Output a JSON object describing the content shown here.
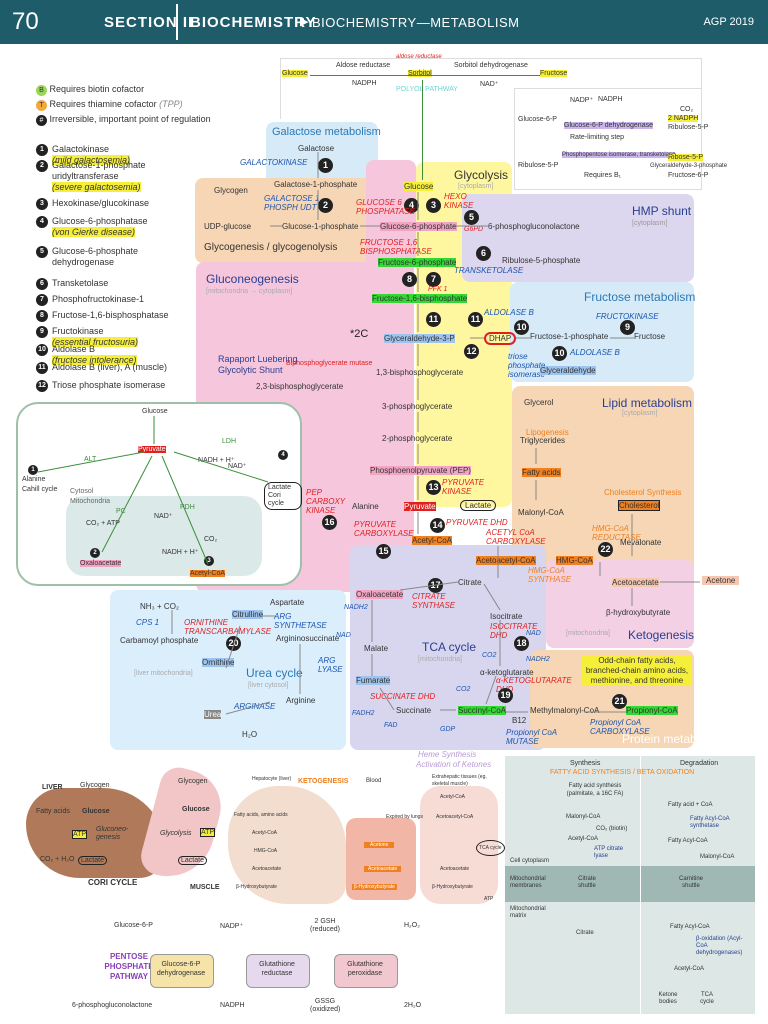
{
  "header": {
    "page": "70",
    "section": "SECTION II",
    "subject": "BIOCHEMISTRY",
    "topic": "BIOCHEMISTRY—METABOLISM",
    "edition": "AGP 2019"
  },
  "legend": {
    "biotin": {
      "letter": "B",
      "text": "Requires biotin cofactor"
    },
    "thiamine": {
      "letter": "T",
      "text": "Requires thiamine cofactor",
      "tag": "(TPP)"
    },
    "irrev": {
      "letter": "#",
      "text": "Irreversible, important point of regulation"
    },
    "enzymes": [
      {
        "n": "1",
        "name": "Galactokinase",
        "note": "(mild galactosemia)"
      },
      {
        "n": "2",
        "name": "Galactose-1-phosphate uridyltransferase",
        "note": "(severe galactosemia)"
      },
      {
        "n": "3",
        "name": "Hexokinase/glucokinase",
        "note": ""
      },
      {
        "n": "4",
        "name": "Glucose-6-phosphatase",
        "note": "(von Gierke disease)"
      },
      {
        "n": "5",
        "name": "Glucose-6-phosphate dehydrogenase",
        "note": ""
      },
      {
        "n": "6",
        "name": "Transketolase",
        "note": ""
      },
      {
        "n": "7",
        "name": "Phosphofructokinase-1",
        "note": ""
      },
      {
        "n": "8",
        "name": "Fructose-1,6-bisphosphatase",
        "note": ""
      },
      {
        "n": "9",
        "name": "Fructokinase",
        "note": "(essential fructosuria)"
      },
      {
        "n": "10",
        "name": "Aldolase B",
        "note": "(fructose intolerance)"
      },
      {
        "n": "11",
        "name": "Aldolase B (liver), A (muscle)",
        "note": ""
      },
      {
        "n": "12",
        "name": "Triose phosphate isomerase",
        "note": ""
      }
    ]
  },
  "polyol": {
    "glucose": "Glucose",
    "aldose": "Aldose reductase",
    "nadph": "NADPH",
    "sorbitol": "Sorbitol",
    "sdh": "Sorbitol dehydrogenase",
    "nad": "NAD⁺",
    "fructose": "Fructose",
    "label": "POLYOL PATHWAY",
    "scribble": "aldose reductase"
  },
  "hmp_inset": {
    "nadp": "NADP⁺",
    "nadph": "NADPH",
    "g6p": "Glucose-6-P",
    "enzyme": "Glucose-6-P dehydrogenase",
    "rate": "Rate-limiting step",
    "co2": "CO₂",
    "nadph2": "2 NADPH",
    "ru5p": "Ribulose-5-P",
    "enzyme2": "Phosphopentose isomerase, transketolase",
    "ru5p2": "Ribulose-5-P",
    "b1": "Requires B₁",
    "r5p": "Ribose-5-P",
    "g3p": "Glyceraldehyde-3-phosphate",
    "f6p": "Fructose-6-P"
  },
  "galactose": {
    "title": "Galactose metabolism",
    "galactose": "Galactose",
    "gk": "GALACTOKINASE",
    "g1p": "Galactose-1-phosphate",
    "gal_enz": "GALACTOSE 1 PHOSPH UDT"
  },
  "glycogen": {
    "title": "Glycogenesis / glycogenolysis",
    "glycogen": "Glycogen",
    "udpg": "UDP-glucose",
    "g1p": "Glucose-1-phosphate"
  },
  "glycolysis": {
    "title": "Glycolysis",
    "sub": "[cytoplasm]",
    "glucose": "Glucose",
    "g6p": "Glucose-6-phosphate",
    "f6p": "Fructose-6-phosphate",
    "f16bp": "Fructose-1,6-bisphosphate",
    "g3p": "Glyceraldehyde-3-P",
    "dhap": "DHAP",
    "bpg13": "1,3-bisphosphoglycerate",
    "pg3": "3-phosphoglycerate",
    "pg2": "2-phosphoglycerate",
    "pep": "Phosphoenolpyruvate (PEP)",
    "pyruvate": "Pyruvate",
    "lactate": "Lactate",
    "alanine": "Alanine",
    "acetylcoa": "Acetyl-CoA"
  },
  "enzymes_red": {
    "g6pase": "GLUCOSE 6 PHOSPHATASE",
    "hexo": "HEXO KINASE",
    "g6pd": "G6PD",
    "fbpase": "FRUCTOSE 1,6 BISPHOSPHATASE",
    "pfk": "PFK 1",
    "pk": "PYRUVATE KINASE",
    "pepck": "PEP CARBOXY KINASE",
    "pc": "PYRUVATE CARBOXYLASE",
    "pdh": "PYRUVATE DHD",
    "acc": "ACETYL CoA CARBOXYLASE",
    "cs": "CITRATE SYNTHASE",
    "idh": "ISOCITRATE DHD",
    "akg": "α-KETOGLUTARATE DHD",
    "sdh": "SUCCINATE DHD",
    "hmgred": "HMG-CoA REDUCTASE",
    "hmgsyn": "HMG-CoA SYNTHASE",
    "ornt": "ORNITHINE TRANSCARBAMYLASE",
    "bpg_mut": "Biphosphoglycerate mutase"
  },
  "enzymes_blue": {
    "transket": "TRANSKETOLASE",
    "aldob": "ALDOLASE B",
    "fk": "FRUCTOKINASE",
    "aldob2": "ALDOLASE B",
    "tpi": "triose phosphate isomerase",
    "cps": "CPS 1",
    "argsyn": "ARG SYNTHETASE",
    "arglyase": "ARG LYASE",
    "arginase": "ARGINASE",
    "pcc": "Propionyl CoA CARBOXYLASE",
    "mcm": "Propionyl CoA MUTASE"
  },
  "hmp": {
    "title": "HMP shunt",
    "sub": "[cytoplasm]",
    "pgl": "6-phosphogluconolactone",
    "ru5p": "Ribulose-5-phosphate"
  },
  "gluconeo": {
    "title": "Gluconeogenesis",
    "sub": "[mitochondria → cytoplasm]",
    "note": "*2C",
    "shunt": "Rapaport Luebering Glycolytic Shunt",
    "bpg23": "2,3-bisphosphoglycerate"
  },
  "fructose": {
    "title": "Fructose metabolism",
    "f1p": "Fructose-1-phosphate",
    "fructose": "Fructose",
    "glyceraldehyde": "Glyceraldehyde"
  },
  "lipid": {
    "title": "Lipid metabolism",
    "sub": "[cytoplasm]",
    "glycerol": "Glycerol",
    "lipogenesis": "Lipogenesis",
    "tg": "Triglycerides",
    "fa": "Fatty acids",
    "malonyl": "Malonyl-CoA",
    "chol_syn": "Cholesterol Synthesis",
    "chol": "Cholesterol",
    "mevalonate": "Mevalonate",
    "hmgcoa": "HMG-CoA",
    "acetoacetylcoa": "Acetoacetyl-CoA"
  },
  "ketogenesis": {
    "title": "Ketogenesis",
    "sub": "[mitochondria]",
    "acetoacetate": "Acetoacetate",
    "acetone": "Acetone",
    "bhb": "β-hydroxybutyrate"
  },
  "tca": {
    "title": "TCA cycle",
    "sub": "[mitochondria]",
    "citrate": "Citrate",
    "isocitrate": "Isocitrate",
    "akg": "α-ketoglutarate",
    "succinyl": "Succinyl-CoA",
    "succinate": "Succinate",
    "fumarate": "Fumarate",
    "malate": "Malate",
    "oaa": "Oxaloacetate",
    "nadh2": "NADH2",
    "nad": "NAD",
    "co2": "CO2",
    "fadh2": "FADH2",
    "fad": "FAD",
    "gdp": "GDP",
    "heme": "Heme Synthesis",
    "ketones": "Activation of Ketones"
  },
  "urea": {
    "title": "Urea cycle",
    "sub1": "[liver mitochondria]",
    "sub2": "[liver cytosol]",
    "nh3": "NH₃ + CO₂",
    "cp": "Carbamoyl phosphate",
    "citrulline": "Citrulline",
    "aspartate": "Aspartate",
    "argsucc": "Argininosuccinate",
    "ornithine": "Ornithine",
    "arginine": "Arginine",
    "urea": "Urea",
    "h2o": "H₂O"
  },
  "protein": {
    "title": "Protein metabolism",
    "odd": "Odd-chain fatty acids, branched-chain amino acids, methionine, and threonine",
    "propionyl": "Propionyl-CoA",
    "methylmalonyl": "Methylmalonyl-CoA",
    "b12": "B12"
  },
  "alt_inset": {
    "glucose": "Glucose",
    "pyruvate": "Pyruvate",
    "alt": "ALT",
    "alanine": "Alanine",
    "cahill": "Cahill cycle",
    "ldh": "LDH",
    "nadh": "NADH + H⁺",
    "nad": "NAD⁺",
    "lactate": "Lactate Cori cycle",
    "cytosol": "Cytosol",
    "mito": "Mitochondria",
    "co2atp": "CO₂ + ATP",
    "pc": "PC",
    "pdh": "PDH",
    "co2": "CO₂",
    "oaa": "Oxaloacetate",
    "acetyl": "Acetyl-CoA",
    "nadh2": "NADH + H⁺"
  },
  "cori": {
    "liver": "LIVER",
    "glycogen": "Glycogen",
    "fa": "Fatty acids",
    "glucose": "Glucose",
    "atp": "ATP",
    "gng": "Gluconeo-genesis",
    "co2h2o": "CO₂ + H₂O",
    "lactate": "Lactate",
    "title": "CORI CYCLE",
    "m_glycogen": "Glycogen",
    "m_glucose": "Glucose",
    "glycolysis": "Glycolysis",
    "m_lactate": "Lactate",
    "muscle": "MUSCLE"
  },
  "keto_fig": {
    "title": "KETOGENESIS",
    "hep": "Hepatocyte (liver)",
    "blood": "Blood",
    "extra": "Extrahepatic tissues (eg, skeletal muscle)",
    "fa": "Fatty acids, amino acids",
    "acetyl": "Acetyl-CoA",
    "hmg": "HMG-CoA",
    "aa": "Acetoacetate",
    "bhb": "β-Hydroxybutyrate",
    "expired": "Expired by lungs",
    "acetone": "Acetone",
    "tca": "TCA cycle",
    "atp": "ATP",
    "aa2": "Acetoacetyl-CoA",
    "acetyl2": "Acetyl-CoA"
  },
  "ppp_fig": {
    "title": "PENTOSE PHOSPHATE PATHWAY",
    "g6p": "Glucose-6-P",
    "nadp": "NADP⁺",
    "gsh": "2 GSH (reduced)",
    "h2o2": "H₂O₂",
    "enz1": "Glucose-6-P dehydrogenase",
    "enz2": "Glutathione reductase",
    "enz3": "Glutathione peroxidase",
    "pgl": "6-phosphogluconolactone",
    "nadph": "NADPH",
    "gssg": "GSSG (oxidized)",
    "h2o": "2H₂O"
  },
  "fa_fig": {
    "title": "FATTY ACID SYNTHESIS / BETA OXIDATION",
    "syn": "Synthesis",
    "synsub": "Fatty acid synthesis (palmitate, a 16C FA)",
    "malonyl": "Malonyl-CoA",
    "co2biotin": "CO₂ (biotin)",
    "acetyl": "Acetyl-CoA",
    "atpcl": "ATP citrate lyase",
    "cyto": "Cell cytoplasm",
    "mito_mem": "Mitochondrial membranes",
    "mito_mat": "Mitochondrial matrix",
    "citrate_shuttle": "Citrate shuttle",
    "citrate": "Citrate",
    "deg": "Degradation",
    "fa_coa": "Fatty acid + CoA",
    "facs": "Fatty Acyl-CoA synthetase",
    "facoa": "Fatty Acyl-CoA",
    "malonyl2": "Malonyl-CoA",
    "carnitine": "Carnitine shuttle",
    "facoa2": "Fatty Acyl-CoA",
    "box": "β-oxidation (Acyl-CoA dehydrogenases)",
    "acetyl2": "Acetyl-CoA",
    "ketone": "Ketone bodies",
    "tca": "TCA cycle"
  },
  "colors": {
    "header": "#1e5c6a",
    "glycolysis": "#fff7a0",
    "gluconeo": "#f6c6dc",
    "galactose": "#d6eaf8",
    "hmp": "#dcd6ee",
    "fructose": "#d6eaf8",
    "lipid": "#f6d6b4",
    "keto": "#f3d0e3",
    "urea": "#dbeefc",
    "tca": "#d8d6ee",
    "protein": "#f6d6b4"
  }
}
